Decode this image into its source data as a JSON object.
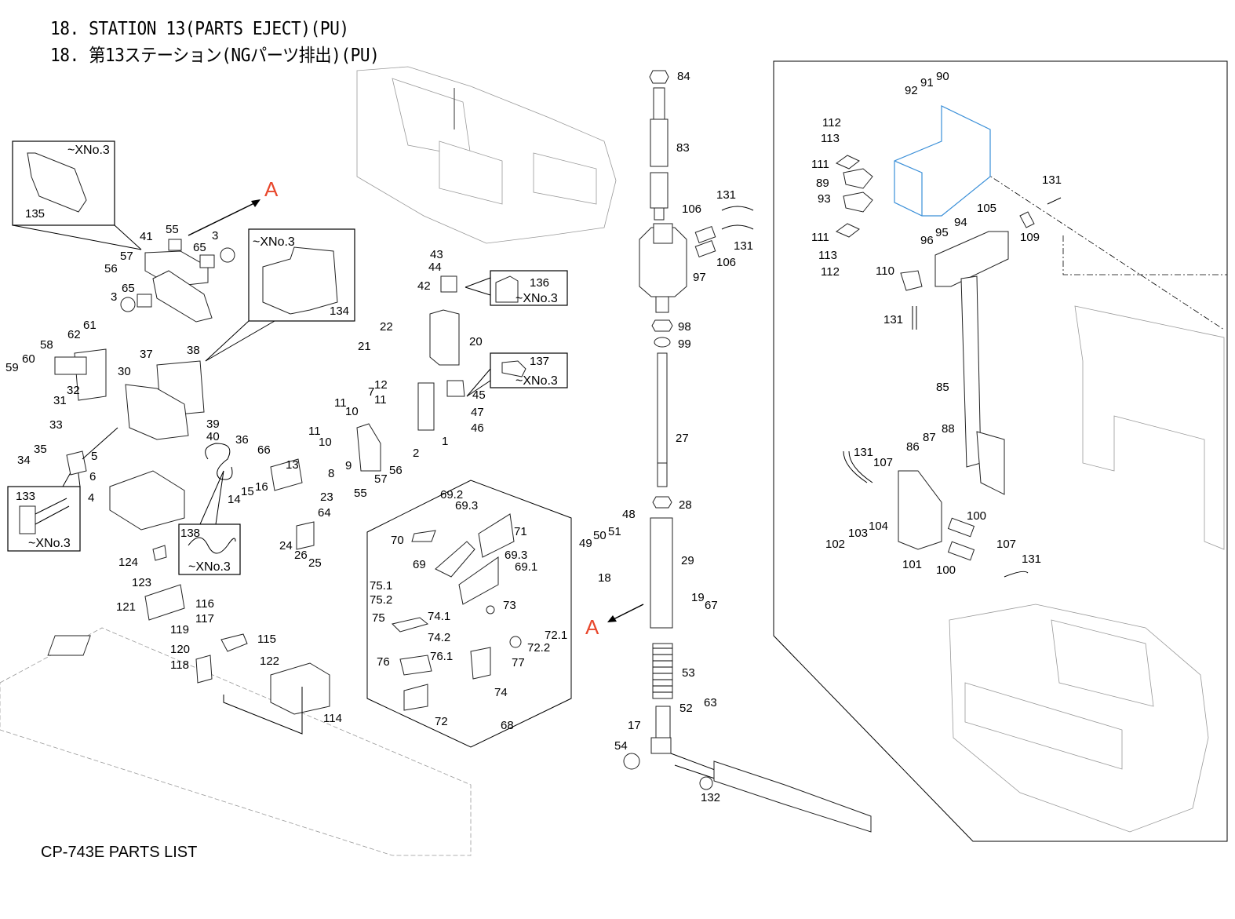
{
  "title": {
    "english": "18. STATION 13(PARTS EJECT)(PU)",
    "japanese": "18. 第13ステーション(NGパーツ排出)(PU)"
  },
  "footer": "CP-743E PARTS LIST",
  "reference_marker": "A",
  "variant_note": "~XNo.3",
  "insets": [
    {
      "part": "135",
      "note": "~XNo.3"
    },
    {
      "part": "134",
      "note": "~XNo.3"
    },
    {
      "part": "136",
      "note": "~XNo.3"
    },
    {
      "part": "137",
      "note": "~XNo.3"
    },
    {
      "part": "133",
      "note": "~XNo.3"
    },
    {
      "part": "138",
      "note": "~XNo.3"
    }
  ],
  "callouts": {
    "left_assembly": [
      "135",
      "41",
      "55",
      "3",
      "65",
      "57",
      "56",
      "65",
      "3",
      "134",
      "62",
      "61",
      "58",
      "60",
      "59",
      "30",
      "37",
      "38",
      "32",
      "31",
      "39",
      "40",
      "33",
      "35",
      "34",
      "5",
      "6",
      "4",
      "133",
      "36",
      "66",
      "13",
      "14",
      "15",
      "16",
      "23",
      "64",
      "24",
      "26",
      "25",
      "138",
      "124",
      "123",
      "121",
      "116",
      "117",
      "119",
      "115",
      "120",
      "122",
      "118",
      "114"
    ],
    "center_assembly": [
      "43",
      "44",
      "42",
      "136",
      "22",
      "21",
      "20",
      "137",
      "45",
      "47",
      "46",
      "12",
      "11",
      "11",
      "10",
      "7",
      "11",
      "10",
      "9",
      "8",
      "2",
      "1",
      "56",
      "57",
      "55"
    ],
    "hopper_subassembly": [
      "69.2",
      "69.3",
      "71",
      "70",
      "69",
      "69.3",
      "69.1",
      "75.1",
      "75.2",
      "73",
      "75",
      "74.1",
      "72.1",
      "74.2",
      "72.2",
      "76.1",
      "77",
      "76",
      "74",
      "72",
      "68"
    ],
    "vertical_assembly": [
      "84",
      "83",
      "131",
      "106",
      "131",
      "106",
      "97",
      "98",
      "99",
      "27",
      "28",
      "48",
      "49",
      "50",
      "51",
      "29",
      "18",
      "19",
      "67",
      "53",
      "52",
      "63",
      "17",
      "54",
      "132"
    ],
    "right_detail": [
      "90",
      "91",
      "92",
      "112",
      "113",
      "111",
      "89",
      "93",
      "131",
      "105",
      "94",
      "95",
      "96",
      "109",
      "111",
      "113",
      "112",
      "110",
      "131",
      "85",
      "88",
      "87",
      "86",
      "131",
      "107",
      "100",
      "104",
      "103",
      "102",
      "101",
      "100",
      "107",
      "131"
    ]
  }
}
